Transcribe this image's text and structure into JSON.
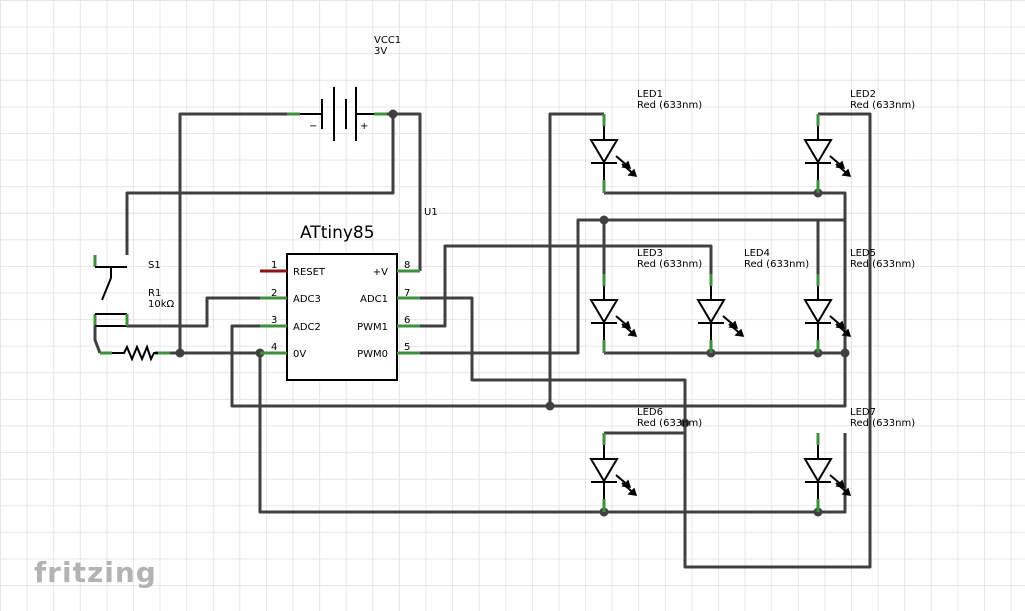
{
  "app": {
    "brand": "fritzing"
  },
  "battery": {
    "ref": "VCC1",
    "value": "3V",
    "minus": "−",
    "plus": "+"
  },
  "chip": {
    "ref": "U1",
    "name": "ATtiny85",
    "pins": [
      {
        "num": "1",
        "label": "RESET"
      },
      {
        "num": "2",
        "label": "ADC3"
      },
      {
        "num": "3",
        "label": "ADC2"
      },
      {
        "num": "4",
        "label": "0V"
      },
      {
        "num": "8",
        "label": "+V"
      },
      {
        "num": "7",
        "label": "ADC1"
      },
      {
        "num": "6",
        "label": "PWM1"
      },
      {
        "num": "5",
        "label": "PWM0"
      }
    ]
  },
  "switch": {
    "ref": "S1"
  },
  "resistor": {
    "ref": "R1",
    "value": "10kΩ"
  },
  "leds": [
    {
      "ref": "LED1",
      "value": "Red (633nm)"
    },
    {
      "ref": "LED2",
      "value": "Red (633nm)"
    },
    {
      "ref": "LED3",
      "value": "Red (633nm)"
    },
    {
      "ref": "LED4",
      "value": "Red (633nm)"
    },
    {
      "ref": "LED5",
      "value": "Red (633nm)"
    },
    {
      "ref": "LED6",
      "value": "Red (633nm)"
    },
    {
      "ref": "LED7",
      "value": "Red (633nm)"
    }
  ]
}
